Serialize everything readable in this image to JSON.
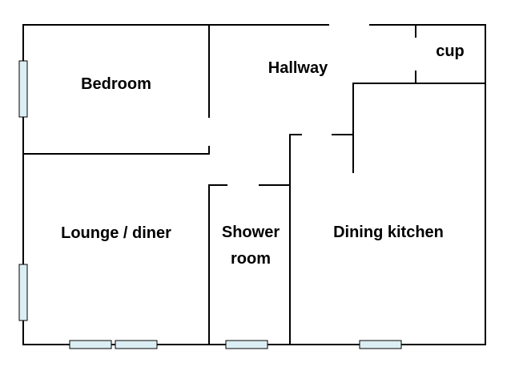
{
  "floorplan": {
    "rooms": {
      "bedroom": "Bedroom",
      "hallway": "Hallway",
      "cupboard": "cup",
      "lounge": "Lounge / diner",
      "shower_line1": "Shower",
      "shower_line2": "room",
      "kitchen": "Dining kitchen"
    },
    "colors": {
      "wall": "#000000",
      "window_fill": "#dbeef4",
      "background": "#ffffff"
    }
  }
}
